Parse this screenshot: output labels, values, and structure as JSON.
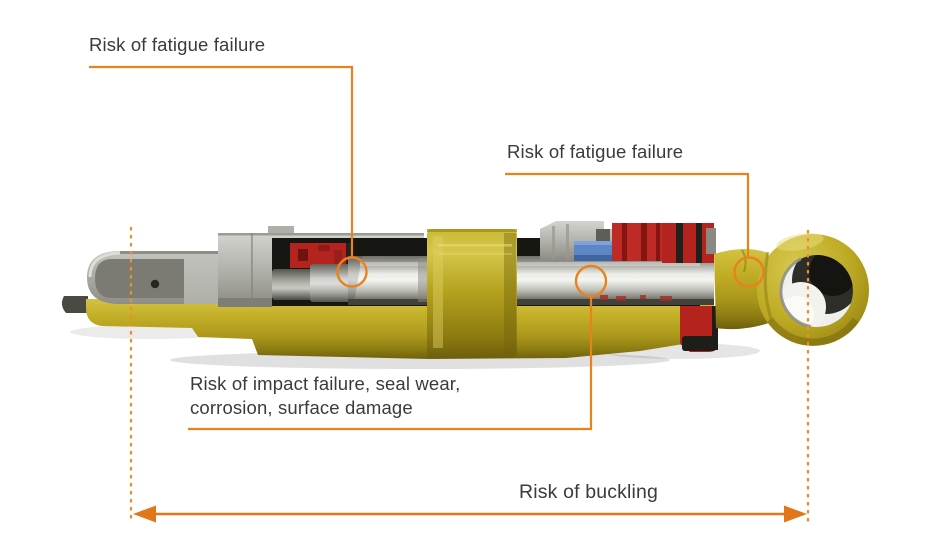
{
  "diagram": {
    "labels": {
      "fatigue_left": "Risk of fatigue failure",
      "fatigue_right": "Risk of fatigue failure",
      "impact_line1": "Risk of impact failure, seal wear,",
      "impact_line2": "corrosion, surface damage",
      "buckling": "Risk of buckling"
    },
    "colors": {
      "annotation_orange": "#E8821E",
      "dashed_orange": "#EF8C2B",
      "arrow_orange": "#E2761B",
      "label_text": "#3B3B3B",
      "cylinder_yellow": "#B9A525",
      "cylinder_yellow_dark": "#7A6B10",
      "metal_gray": "#ACACA6",
      "rod_silver": "#E8E8E4",
      "seal_red": "#B5231F",
      "seal_blue": "#5C86C5",
      "cavity_black": "#161612",
      "background": "#FFFFFF"
    }
  }
}
